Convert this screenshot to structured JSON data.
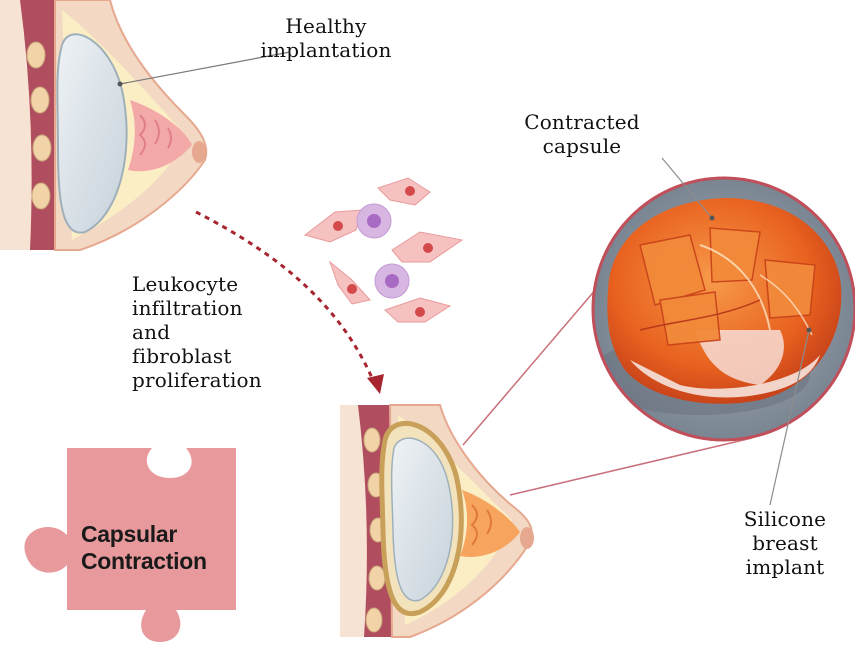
{
  "labels": {
    "healthy": [
      "Healthy",
      "implantation"
    ],
    "process": [
      "Leukocyte",
      "infiltration",
      "and",
      "fibroblast",
      "proliferation"
    ],
    "capsule": [
      "Contracted",
      "capsule"
    ],
    "implant": [
      "Silicone",
      "breast",
      "implant"
    ],
    "puzzle": [
      "Capsular",
      "Contraction"
    ]
  },
  "colors": {
    "skin": "#f3d9c4",
    "skin_edge": "#e6a88f",
    "muscle": "#b04d5e",
    "rib": "#f2d3a8",
    "fat": "#fbeec5",
    "gland": "#f4a9a9",
    "implant_fill": "#dbe3e8",
    "capsule_ring": "#c8a05a",
    "arrow": "#a82530",
    "puzzle": "#e8999c",
    "photo_border": "#c04f5a",
    "photo_tissue": "#ec6a2c",
    "photo_bg": "#8e99a7"
  }
}
